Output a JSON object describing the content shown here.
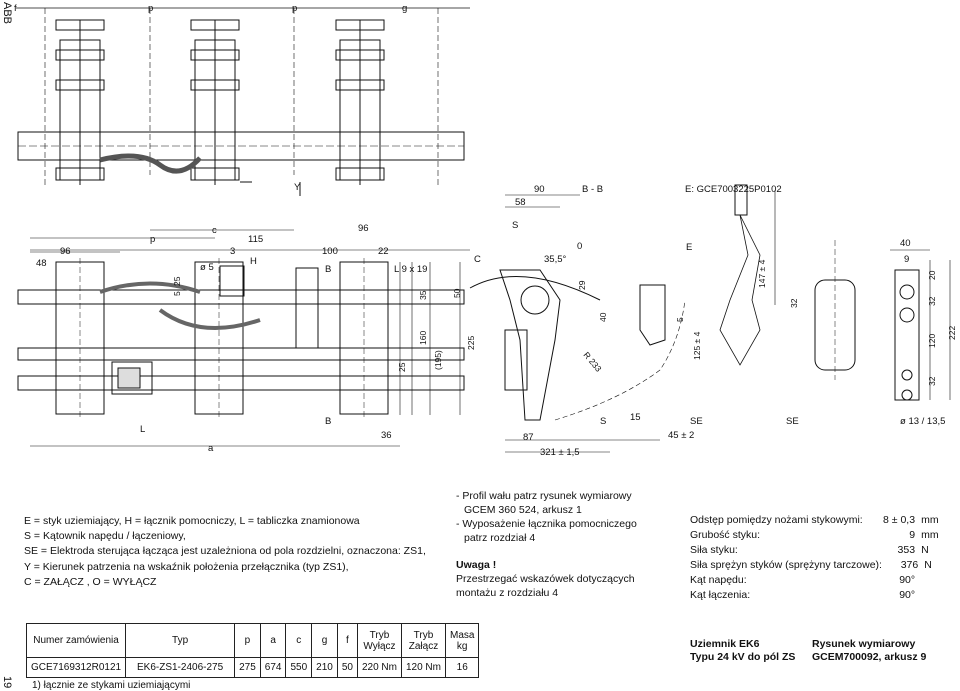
{
  "brand": "ABB",
  "page_number": "19",
  "drawing": {
    "top_labels": [
      "f",
      "p",
      "p",
      "g"
    ],
    "dims_left": [
      "c",
      "p",
      "115",
      "96",
      "48",
      "3",
      "ø 5",
      "H",
      "25",
      "5",
      "a",
      "L",
      "B",
      "36",
      "100",
      "96",
      "22",
      "B",
      "L 9 x 19",
      "35",
      "50",
      "160",
      "(195)",
      "225",
      "25",
      "Y"
    ],
    "section_bb": {
      "label": "B - B",
      "dims": [
        "90",
        "58",
        "S",
        "35,5°",
        "0",
        "C",
        "29",
        "40",
        "R 233",
        "87",
        "321 ± 1,5",
        "S",
        "15"
      ]
    },
    "section_e": {
      "label": "E: GCE7003225P0102",
      "dims": [
        "E",
        "147 ± 4",
        "5",
        "125 ± 4",
        "32",
        "SE",
        "45 ± 2",
        "40",
        "9",
        "20",
        "32",
        "120",
        "222",
        "32",
        "SE",
        "ø 13 / 13,5"
      ]
    }
  },
  "legend": [
    "E = styk uziemiający, H = łącznik pomocniczy, L = tabliczka znamionowa",
    "S = Kątownik napędu / łączeniowy,",
    "SE = Elektroda sterująca łącząca jest uzależniona od pola rozdzielni, oznaczona: ZS1,",
    "Y = Kierunek patrzenia na wskaźnik położenia przełącznika (typ ZS1),",
    "C = ZAŁĄCZ , O = WYŁĄCZ"
  ],
  "notes": {
    "items": [
      "- Profil wału patrz rysunek wymiarowy",
      "  GCEM 360 524, arkusz 1",
      "- Wyposażenie łącznika pomocniczego",
      "  patrz rozdział 4"
    ],
    "warning_title": "Uwaga !",
    "warning_lines": [
      "Przestrzegać wskazówek dotyczących",
      "montażu z rozdziału 4"
    ]
  },
  "specs": [
    {
      "label": "Odstęp pomiędzy nożami stykowymi:",
      "value": "8 ± 0,3",
      "unit": "mm"
    },
    {
      "label": "Grubość styku:",
      "value": "9",
      "unit": "mm"
    },
    {
      "label": "Siła styku:",
      "value": "353",
      "unit": "N"
    },
    {
      "label": "Siła sprężyn styków (sprężyny tarczowe):",
      "value": "376",
      "unit": "N"
    },
    {
      "label": "Kąt napędu:",
      "value": "90°",
      "unit": ""
    },
    {
      "label": "Kąt łączenia:",
      "value": "90°",
      "unit": ""
    }
  ],
  "order_table": {
    "headers": [
      "Numer zamówienia",
      "Typ",
      "p",
      "a",
      "c",
      "g",
      "f",
      "Tryb\nWyłącz",
      "Tryb\nZałącz",
      "Masa\nkg"
    ],
    "row": [
      "GCE7169312R0121",
      "EK6-ZS1-2406-275",
      "275",
      "674",
      "550",
      "210",
      "50",
      "220 Nm",
      "120 Nm",
      "16"
    ]
  },
  "footnote": "1) łącznie ze stykami uziemiającymi",
  "title_block": {
    "left_line1": "Uziemnik EK6",
    "left_line2": "Typu 24 kV do pól ZS",
    "right_line1": "Rysunek wymiarowy",
    "right_line2": "GCEM700092, arkusz 9"
  }
}
